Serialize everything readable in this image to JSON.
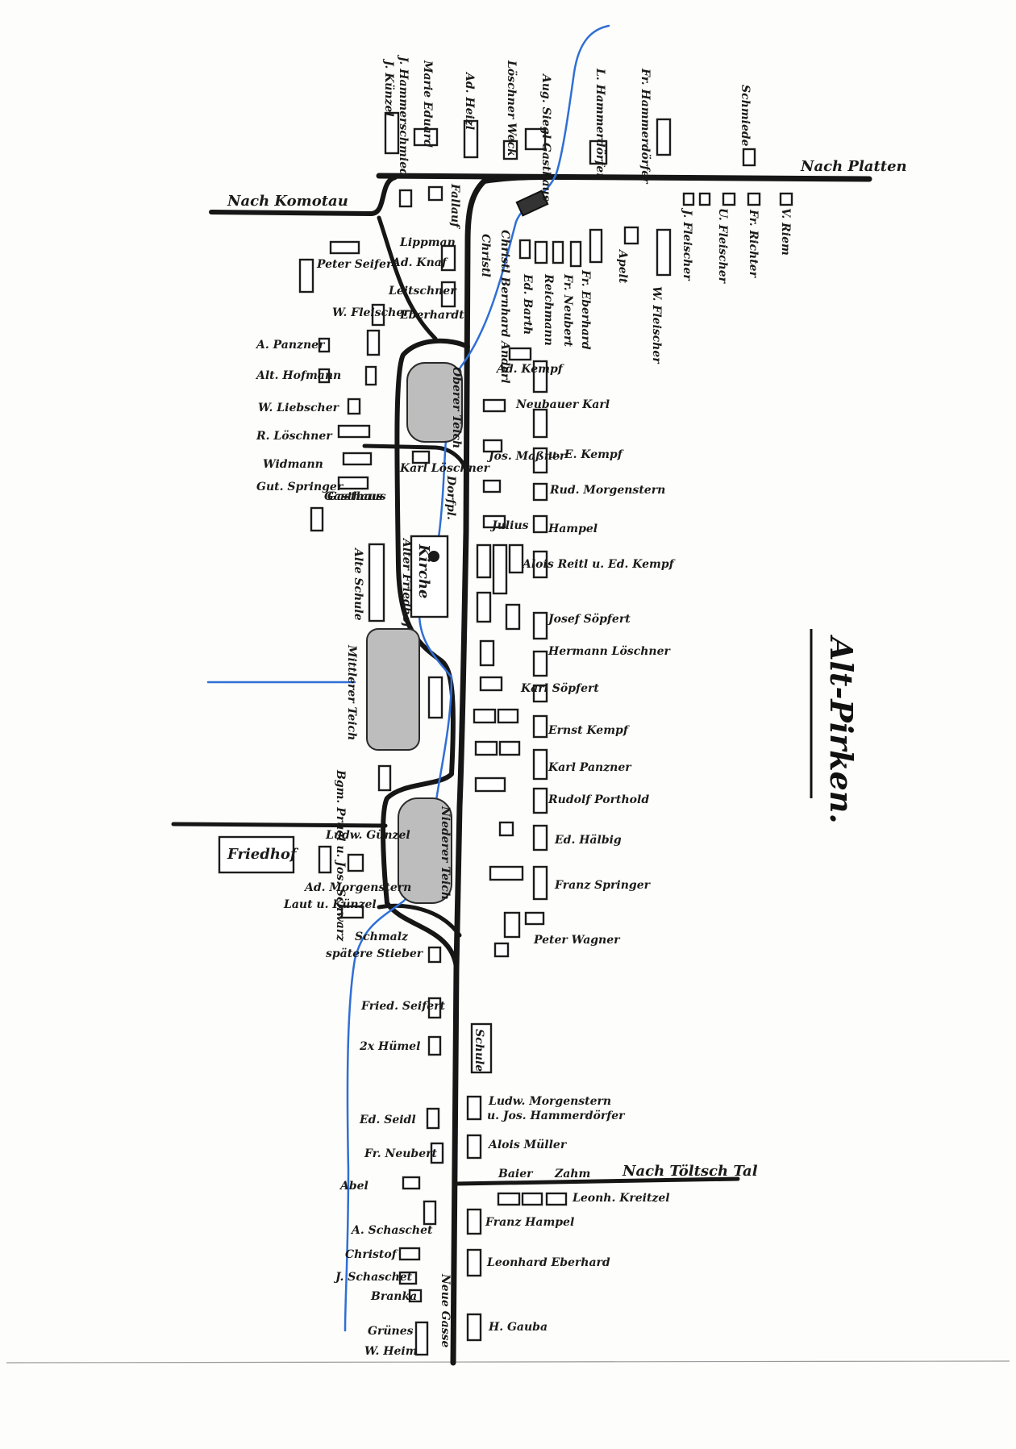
{
  "map": {
    "title": "Alt-Pirken.",
    "roads_out": {
      "komotau": "Nach Komotau",
      "platten": "Nach Platten",
      "toeltsch": "Nach Töltsch Tal"
    },
    "places": {
      "kirche": "Kirche",
      "alter_friedhof": "Alter Friedhof",
      "friedhof": "Friedhof",
      "schule": "Schule",
      "alte_schule": "Alte Schule",
      "gasthaus": "Gasthaus",
      "oberer_teich": "Oberer Teich",
      "mittlerer_teich": "Mittlerer Teich",
      "niederer_teich": "Niederer Teich",
      "dorfpl": "Dorfpl."
    },
    "labels_top_vertical": [
      "J. Künzel",
      "J. Hammerschmied",
      "Marie Eduard",
      "Ad. Heizl",
      "Löschner Weck",
      "Aug. Siegl Gasthaus",
      "L. Hammerdörfer",
      "Fr. Hammerdörfer",
      "Schmiede"
    ],
    "labels_upper_vertical": [
      "Christl",
      "Ed. Barth",
      "Reichmann",
      "Fr. Neubert",
      "Fr. Eberhard",
      "Apelt",
      "W. Fleischer",
      "J. Fleischer",
      "Fr. Richter",
      "V. Riem",
      "U. Fleischer",
      "Lippman",
      "Fallauf",
      "Christl Bernhard Anderl"
    ],
    "labels_left": [
      "Peter Seifert",
      "Ad. Knaf",
      "Leitschner",
      "W. Fleischer",
      "Eberhardt",
      "A. Panzner",
      "Alt. Hofmann",
      "W. Liebscher",
      "R. Löschner",
      "Widmann",
      "Gut. Springer",
      "Gasthaus",
      "Karl Löschner",
      "Bgm. Pruel u. Jos. Schwarz",
      "Ludw. Günzel",
      "Ad. Morgenstern",
      "Laut u. Künzel",
      "Schmalz",
      "spätere Stieber",
      "Fried. Seifert",
      "2x Hümel",
      "Ed. Seidl",
      "Fr. Neubert",
      "Abel",
      "A. Schaschet",
      "Christof",
      "J. Schaschet",
      "Branka",
      "Grünes",
      "W. Heim"
    ],
    "labels_right": [
      "Ad. Kempf",
      "Neubauer Karl",
      "Jos. Maßner",
      "u. E. Kempf",
      "Rud. Morgenstern",
      "Julius",
      "Hampel",
      "Alois Reitl u. Ed. Kempf",
      "Josef Söpfert",
      "Hermann Löschner",
      "Karl Söpfert",
      "Ernst Kempf",
      "Karl Panzner",
      "Rudolf Porthold",
      "Ed. Hälbig",
      "Franz Springer",
      "Peter Wagner",
      "Ludw. Morgenstern",
      "u. Jos. Hammerdörfer",
      "Alois Müller",
      "Baier",
      "Zahm",
      "Leonh. Kreitzel",
      "Franz Hampel",
      "Leonhard Eberhard",
      "Neue Gasse",
      "H. Gauba"
    ]
  }
}
